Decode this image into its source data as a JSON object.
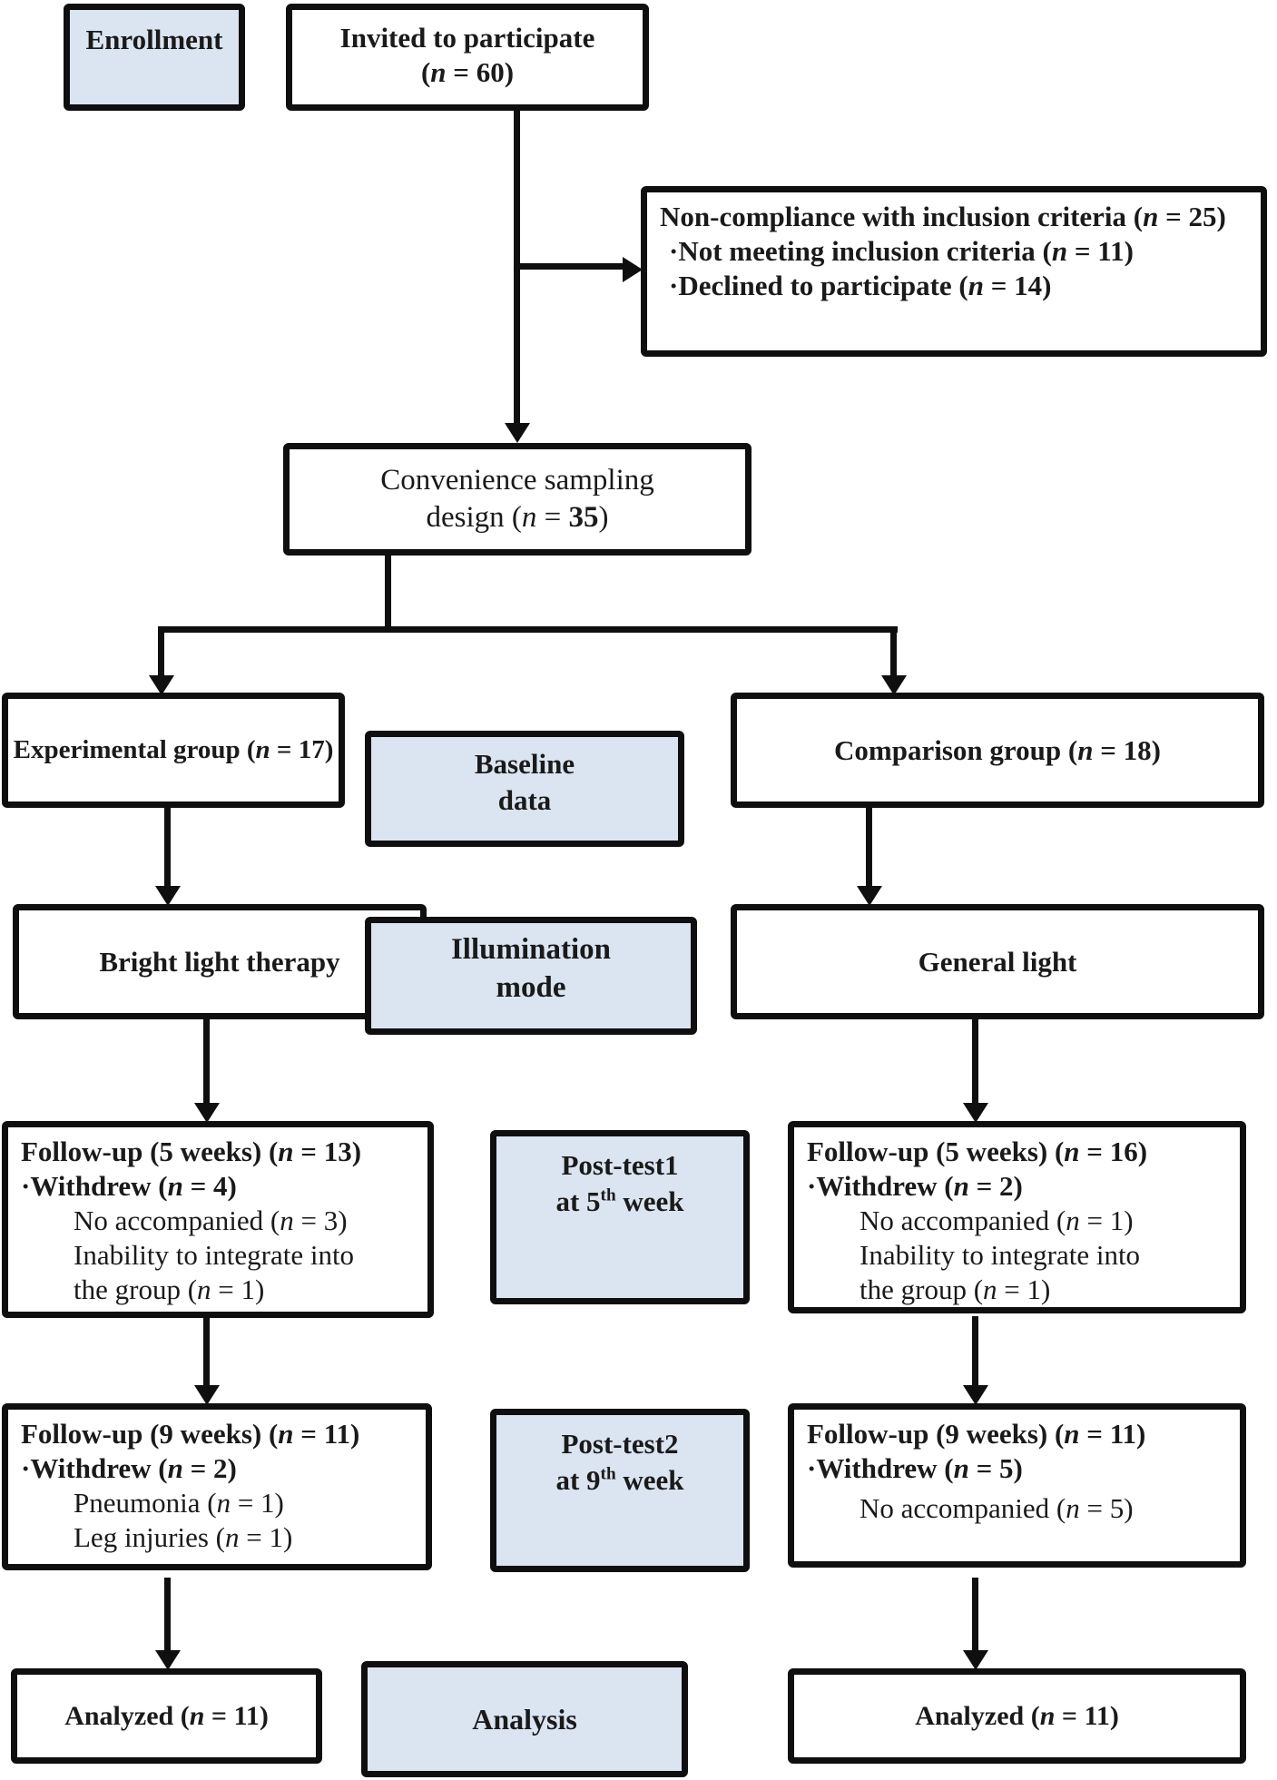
{
  "palette": {
    "c-line": "#0f0f0f",
    "c-blue": "#dbe4f1",
    "c-text": "#1a1a1a",
    "c-bg": "#ffffff"
  },
  "enrollment": {
    "label": "Enrollment"
  },
  "invited": {
    "title": "Invited to participate",
    "n": "(n = 60)"
  },
  "noncompliance": {
    "title": "Non-compliance with inclusion criteria (n = 25)",
    "reasons": [
      "·Not meeting inclusion criteria (n = 11)",
      "·Declined to participate (n = 14)"
    ]
  },
  "convenience": {
    "line1": "Convenience sampling",
    "line2": "design (n = 35)"
  },
  "experimental": {
    "title": "Experimental group (n = 17)"
  },
  "comparison": {
    "title": "Comparison group (n = 18)"
  },
  "baseline": {
    "line1": "Baseline",
    "line2": "data"
  },
  "bright": {
    "title": "Bright light therapy"
  },
  "general": {
    "title": "General light"
  },
  "illumination": {
    "line1": "Illumination",
    "line2": "mode"
  },
  "followup5_exp": {
    "title": "Follow-up (5 weeks) (n = 13)",
    "withdrew": "·Withdrew (n = 4)",
    "reasons": [
      "No accompanied (n = 3)",
      "Inability to integrate into",
      "the group (n = 1)"
    ]
  },
  "posttest1": {
    "line1": "Post-test1",
    "line2": "at 5^th week"
  },
  "followup5_comp": {
    "title": "Follow-up (5 weeks) (n = 16)",
    "withdrew": "·Withdrew (n = 2)",
    "reasons": [
      "No accompanied (n = 1)",
      "Inability to integrate into",
      "the group (n = 1)"
    ]
  },
  "followup9_exp": {
    "title": "Follow-up (9 weeks) (n = 11)",
    "withdrew": "·Withdrew (n = 2)",
    "reasons": [
      "Pneumonia (n = 1)",
      "Leg injuries (n = 1)"
    ]
  },
  "posttest2": {
    "line1": "Post-test2",
    "line2": "at 9^th week"
  },
  "followup9_comp": {
    "title": "Follow-up (9 weeks) (n = 11)",
    "withdrew": "·Withdrew (n = 5)",
    "reasons": [
      "No accompanied (n = 5)"
    ]
  },
  "analyzed_exp": {
    "title": "Analyzed (n = 11)"
  },
  "analysis": {
    "label": "Analysis"
  },
  "analyzed_comp": {
    "title": "Analyzed (n = 11)"
  }
}
